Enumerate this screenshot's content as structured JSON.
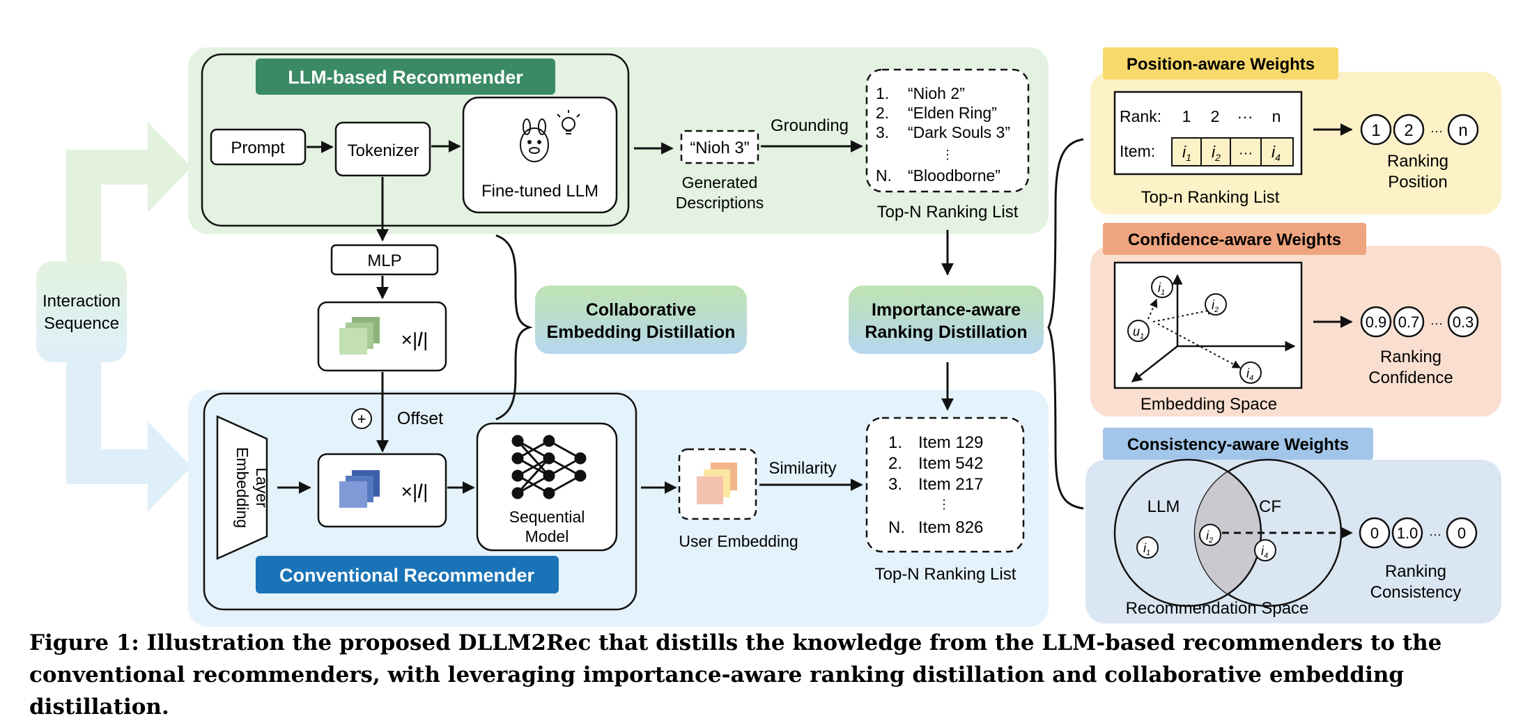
{
  "left": {
    "interaction_sequence": [
      "Interaction",
      "Sequence"
    ]
  },
  "llm_recommender": {
    "title": "LLM-based Recommender",
    "prompt": "Prompt",
    "tokenizer": "Tokenizer",
    "fine_tuned_llm": "Fine-tuned LLM",
    "generated": "“Nioh 3”",
    "generated_label": [
      "Generated",
      "Descriptions"
    ],
    "grounding": "Grounding",
    "ranking_list": {
      "items": [
        {
          "num": "1.",
          "text": "“Nioh 2”"
        },
        {
          "num": "2.",
          "text": "“Elden Ring”"
        },
        {
          "num": "3.",
          "text": "“Dark Souls 3”"
        }
      ],
      "dots": "⋮",
      "last_num": "N.",
      "last_text": "“Bloodborne”",
      "label": "Top-N Ranking List"
    }
  },
  "middle": {
    "mlp": "MLP",
    "times_i": "×|𝐼|",
    "offset": "Offset",
    "plus": "+",
    "collab_distill": [
      "Collaborative",
      "Embedding Distillation"
    ],
    "importance_distill": [
      "Importance-aware",
      "Ranking Distillation"
    ]
  },
  "conventional": {
    "title": "Conventional Recommender",
    "embedding_layer": [
      "Embedding",
      "Layer"
    ],
    "times_i": "×|𝐼|",
    "sequential_model": [
      "Sequential",
      "Model"
    ],
    "similarity": "Similarity",
    "user_embedding": "User Embedding",
    "ranking_list": {
      "items": [
        {
          "num": "1.",
          "text": "Item 129"
        },
        {
          "num": "2.",
          "text": "Item 542"
        },
        {
          "num": "3.",
          "text": "Item 217"
        }
      ],
      "dots": "⋮",
      "last_num": "N.",
      "last_text": "Item 826",
      "label": "Top-N Ranking List"
    }
  },
  "position_weights": {
    "title": "Position-aware Weights",
    "rank_label": "Rank:",
    "ranks": [
      "1",
      "2",
      "···",
      "n"
    ],
    "item_label": "Item:",
    "items": [
      "i",
      "i",
      "···",
      "i"
    ],
    "item_subs": [
      "1",
      "2",
      "",
      "4"
    ],
    "list_label": "Top-n Ranking List",
    "circles": [
      "1",
      "2",
      "n"
    ],
    "ellipsis": "···",
    "result_label": [
      "Ranking",
      "Position"
    ]
  },
  "confidence_weights": {
    "title": "Confidence-aware Weights",
    "points": [
      {
        "letter": "i",
        "sub": "1"
      },
      {
        "letter": "i",
        "sub": "2"
      },
      {
        "letter": "u",
        "sub": "1"
      },
      {
        "letter": "i",
        "sub": "4"
      }
    ],
    "space_label": "Embedding Space",
    "circles": [
      "0.9",
      "0.7",
      "0.3"
    ],
    "ellipsis": "···",
    "result_label": [
      "Ranking",
      "Confidence"
    ]
  },
  "consistency_weights": {
    "title": "Consistency-aware Weights",
    "llm": "LLM",
    "cf": "CF",
    "points": [
      {
        "letter": "i",
        "sub": "1"
      },
      {
        "letter": "i",
        "sub": "2"
      },
      {
        "letter": "i",
        "sub": "4"
      }
    ],
    "space_label": "Recommendation Space",
    "circles": [
      "0",
      "1.0",
      "0"
    ],
    "ellipsis": "···",
    "result_label": [
      "Ranking",
      "Consistency"
    ]
  },
  "caption": "Figure 1: Illustration the proposed DLLM2Rec that distills the knowledge from the LLM-based recommenders to the conventional recommenders, with leveraging importance-aware ranking distillation and collaborative embedding distillation.",
  "colors": {
    "llm_bg": "#e3f2e1",
    "conv_bg": "#e4f2fb",
    "llm_title": "#3b8a66",
    "conv_title": "#1a73b6",
    "position_bg": "#fdf1c7",
    "position_title": "#f7d96a",
    "confidence_bg": "#fadfd0",
    "confidence_title": "#eea57f",
    "consistency_bg": "#dbe6f3",
    "consistency_title": "#a2c6e9"
  }
}
